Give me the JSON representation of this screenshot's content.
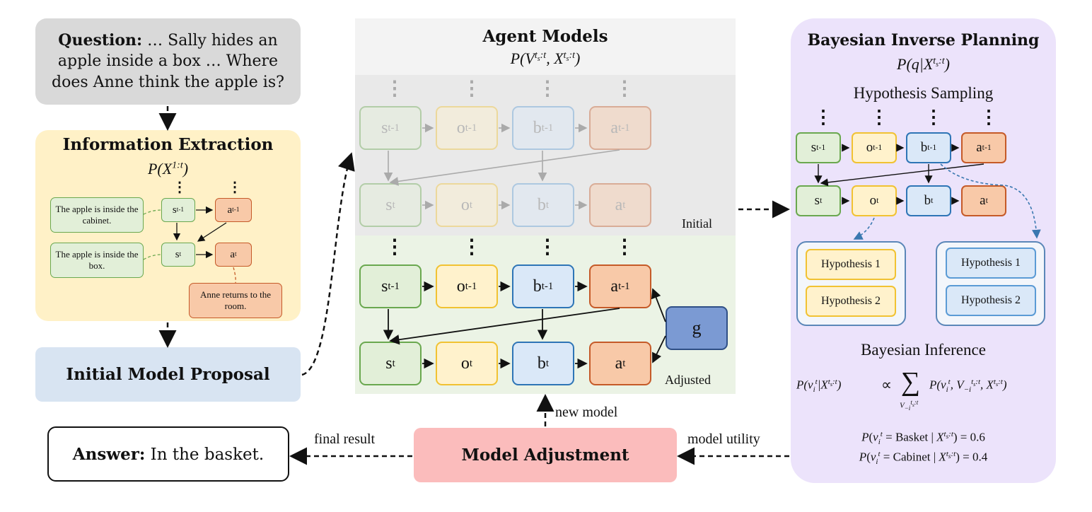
{
  "question": {
    "bold": "Question:",
    "text": " … Sally hides an apple inside a box … Where does Anne think the apple is?"
  },
  "info_extraction": {
    "title": "Information Extraction",
    "formula": "P(X",
    "formula_sup": "1:t",
    "formula_end": ")",
    "notes": [
      "The apple is inside the cabinet.",
      "The apple is inside the box.",
      "Anne returns to the room."
    ]
  },
  "initial_model_proposal": "Initial Model Proposal",
  "answer": {
    "bold": "Answer:",
    "text": " In the basket."
  },
  "agent_models": {
    "title": "Agent Models",
    "formula": "P(V^{t_s:t}, X^{t_s:t})",
    "initial_label": "Initial",
    "adjusted_label": "Adjusted",
    "goal": "g"
  },
  "node_labels": {
    "s": "s",
    "o": "o",
    "b": "b",
    "a": "a",
    "prev_sup": "t-1",
    "cur_sup": "t",
    "dots": "⋮"
  },
  "model_adjustment": "Model Adjustment",
  "edge_labels": {
    "new_model": "new model",
    "final_result": "final result",
    "model_utility": "model utility"
  },
  "bip": {
    "title": "Bayesian Inverse Planning",
    "formula": "P(q|X^{t_s:t})",
    "hypothesis_sampling": "Hypothesis Sampling",
    "hypotheses": [
      "Hypothesis 1",
      "Hypothesis 2"
    ],
    "bayesian_inference": "Bayesian Inference",
    "result1_label": "Basket",
    "result1_value": "0.6",
    "result2_label": "Cabinet",
    "result2_value": "0.4"
  },
  "colors": {
    "green_fill": "#e2efd8",
    "green_border": "#6aa84f",
    "yellow_fill": "#fff2cc",
    "yellow_border": "#f1c232",
    "blue_fill": "#dae8f8",
    "blue_border": "#5b9bd5",
    "orange_fill": "#f8c9a8",
    "orange_border": "#c55a28",
    "goal_fill": "#7b9ad3",
    "goal_border": "#2f4f86",
    "model_adjustment": "#fbbcbc",
    "initial_model": "#d8e4f2",
    "info_bg": "#fff1c7",
    "bip_bg": "#ece3fb",
    "question_bg": "#d9d9d9"
  }
}
